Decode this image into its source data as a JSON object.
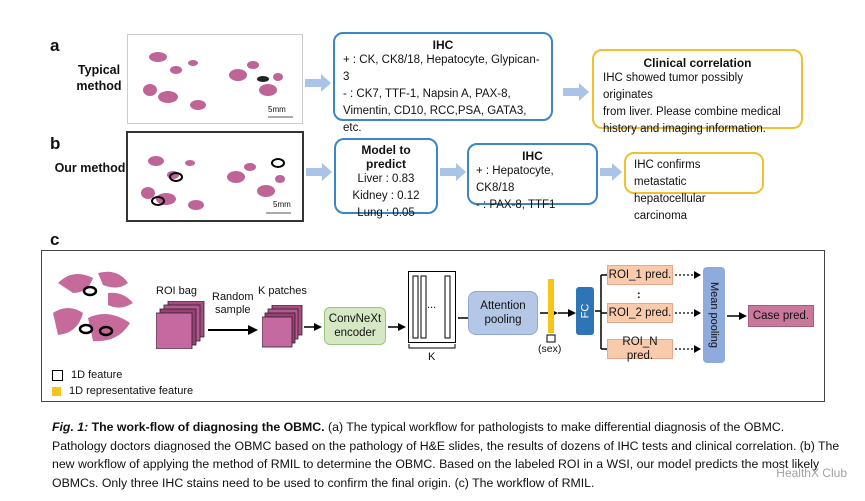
{
  "panel_a": {
    "letter": "a",
    "row_label_line1": "Typical",
    "row_label_line2": "method",
    "scale_bar": "5mm",
    "ihc_box": {
      "title": "IHC",
      "plus_line": "+ : CK, CK8/18, Hepatocyte, Glypican-3",
      "minus_line1": "- :  CK7,  TTF-1,  Napsin  A,  PAX-8,",
      "minus_line2": "Vimentin, CD10, RCC,PSA, GATA3, etc."
    },
    "clinical_box": {
      "title": "Clinical correlation",
      "line1": "IHC showed tumor possibly originates",
      "line2": "from liver. Please combine medical",
      "line3": "history and imaging information."
    }
  },
  "panel_b": {
    "letter": "b",
    "row_label": "Our method",
    "scale_bar": "5mm",
    "model_box": {
      "title": "Model to predict",
      "predictions": [
        "Liver : 0.83",
        "Kidney : 0.12",
        "Lung : 0.05"
      ]
    },
    "ihc_box": {
      "title": "IHC",
      "plus_line": "+ : Hepatocyte, CK8/18",
      "minus_line": "- : PAX-8, TTF1"
    },
    "result_box": {
      "line1": "IHC confirms metastatic",
      "line2": "hepatocellular carcinoma"
    }
  },
  "panel_c": {
    "letter": "c",
    "roi_bag": "ROI bag",
    "random_sample_line1": "Random",
    "random_sample_line2": "sample",
    "k_patches": "K patches",
    "encoder_line1": "ConvNeXt",
    "encoder_line2": "encoder",
    "dots": "...",
    "k_label": "K",
    "attention_line1": "Attention",
    "attention_line2": "pooling",
    "sex_label": "(sex)",
    "fc_label": "FC",
    "roi_preds": [
      "ROI_1 pred.",
      "ROI_2 pred.",
      "ROI_N pred."
    ],
    "vertical_dots": ":",
    "mean_pooling": "Mean pooling",
    "case_pred": "Case pred.",
    "legend": [
      "1D feature",
      "1D representative feature"
    ],
    "colors": {
      "blue_border": "#3a86c8",
      "yellow_border": "#f0c030",
      "encoder_green": "#d5e8c4",
      "attention_blue": "#b4c7e7",
      "feature_yellow": "#f5c518",
      "fc_blue": "#2e75b6",
      "roi_pink": "#f8cbad",
      "mean_pool_blue": "#8faadc",
      "case_pink": "#c9779a",
      "arrow_light_blue": "#a9c4e6"
    }
  },
  "caption": {
    "fig": "Fig. 1:",
    "title": "The work-flow of diagnosing the OBMC.",
    "text": "(a) The typical workflow for pathologists to make differential diagnosis of the OBMC. Pathology doctors diagnosed the OBMC based on the pathology of H&E slides, the results of dozens of IHC tests and clinical correlation. (b) The new workflow of applying the method of RMIL to determine the OBMC. Based on the labeled ROI in a WSI, our model predicts the most likely OBMCs. Only three IHC stains need to be used to confirm the final origin. (c) The workflow of RMIL."
  },
  "watermark": "HealthX Club"
}
